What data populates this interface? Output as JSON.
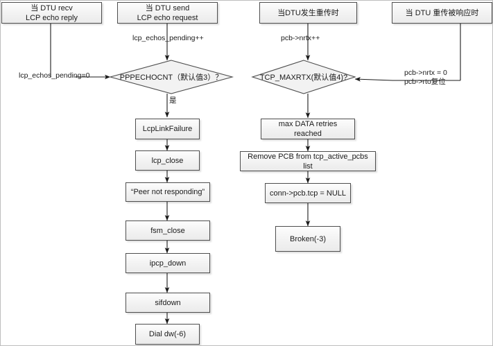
{
  "diagram": {
    "title": "DTU LCP echo / TCP retransmission failure flow",
    "colors": {
      "node_fill": "#f2f2f2",
      "node_border": "#4d4d4d",
      "edge": "#1a1a1a",
      "canvas_border": "#bdbdbd",
      "text": "#1a1a1a"
    },
    "left_flow": {
      "start_recv": "当 DTU recv\nLCP echo reply",
      "start_send": "当 DTU send\nLCP echo request",
      "decision": "PPPECHOCNT（默认值3）？",
      "steps": [
        "LcpLinkFailure",
        "lcp_close",
        "“Peer not responding”",
        "fsm_close",
        "ipcp_down",
        "sifdown",
        "Dial dw(-6)"
      ],
      "edge_labels": {
        "reset_counter": "lcp_echos_pending=0",
        "increment_counter": "lcp_echos_pending++",
        "decision_yes": "是"
      }
    },
    "right_flow": {
      "start_retx": "当DTU发生重传时",
      "start_acked": "当 DTU 重传被响应时",
      "decision": "TCP_MAXRTX(默认值4)?",
      "steps": [
        "max DATA retries reached",
        "Remove PCB from tcp_active_pcbs list",
        "conn->pcb.tcp = NULL",
        "Broken(-3)"
      ],
      "edge_labels": {
        "increment_nrtx": "pcb->nrtx++",
        "reset_nrtx": "pcb->nrtx = 0\npcb->rto复位"
      }
    }
  }
}
